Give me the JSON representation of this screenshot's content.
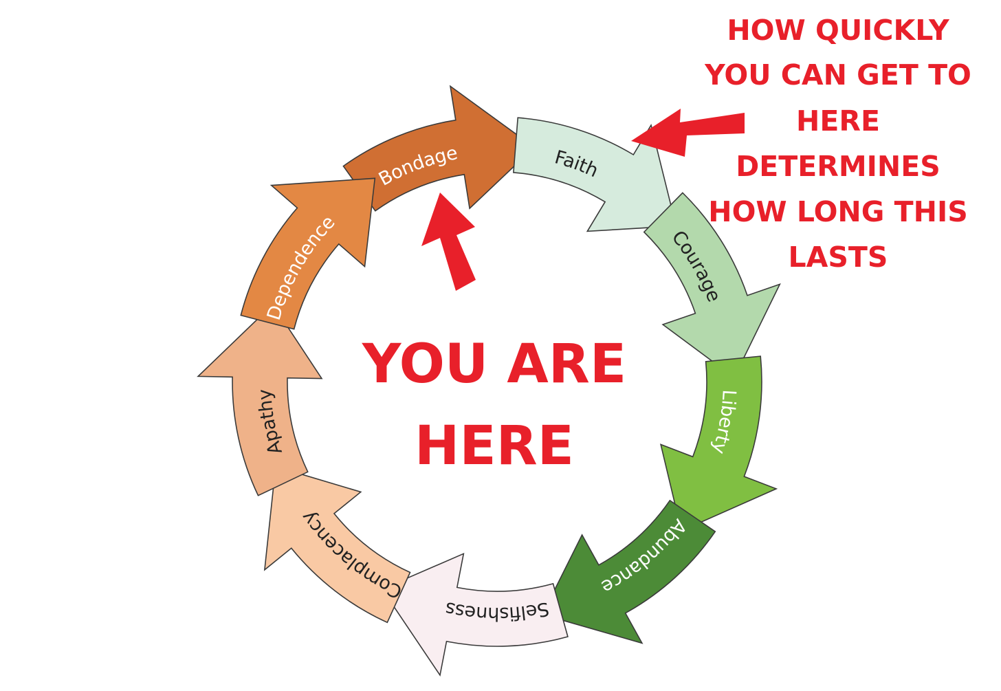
{
  "diagram": {
    "segments": [
      {
        "label": "Bondage",
        "color": "#d06f33",
        "text_color": "#ffffff"
      },
      {
        "label": "Faith",
        "color": "#d6ebdd",
        "text_color": "#222222"
      },
      {
        "label": "Courage",
        "color": "#b3d9ac",
        "text_color": "#222222"
      },
      {
        "label": "Liberty",
        "color": "#80bf42",
        "text_color": "#ffffff"
      },
      {
        "label": "Abundance",
        "color": "#4c8b37",
        "text_color": "#ffffff"
      },
      {
        "label": "Selfishness",
        "color": "#f9eef1",
        "text_color": "#222222"
      },
      {
        "label": "Complacency",
        "color": "#f9c9a4",
        "text_color": "#222222"
      },
      {
        "label": "Apathy",
        "color": "#efb289",
        "text_color": "#222222"
      },
      {
        "label": "Dependence",
        "color": "#e38844",
        "text_color": "#ffffff"
      }
    ],
    "outline_color": "#3a3a3a",
    "accent_color": "#e8202a"
  },
  "callouts": {
    "center_line1": "YOU ARE",
    "center_line2": "HERE",
    "note_lines": [
      "HOW QUICKLY",
      "YOU CAN GET TO",
      "HERE",
      "DETERMINES",
      "HOW LONG THIS",
      "LASTS"
    ]
  }
}
